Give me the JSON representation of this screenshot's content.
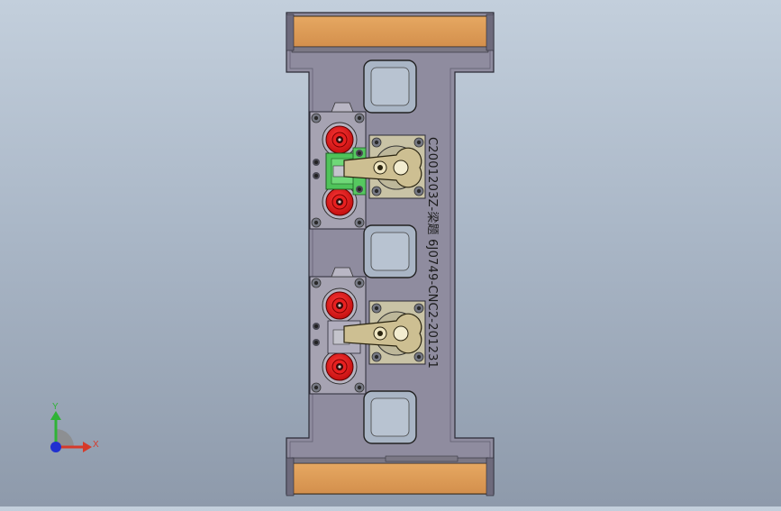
{
  "part": {
    "engraving": "C2001203Z-梁题 6J0749-CNC2-201231"
  },
  "triad": {
    "x_label": "X",
    "y_label": "Y",
    "x_color": "#d63a2a",
    "y_color": "#2fb336",
    "z_color": "#2030d0"
  },
  "colors": {
    "plate": "#8f8c9f",
    "rest_pad": "#dc9a55",
    "clamp_ring": "#e41b1b",
    "lever": "#cdbf92"
  },
  "icons": [
    "clamp-assembly-icon",
    "locating-pad-icon",
    "view-triad-icon"
  ]
}
